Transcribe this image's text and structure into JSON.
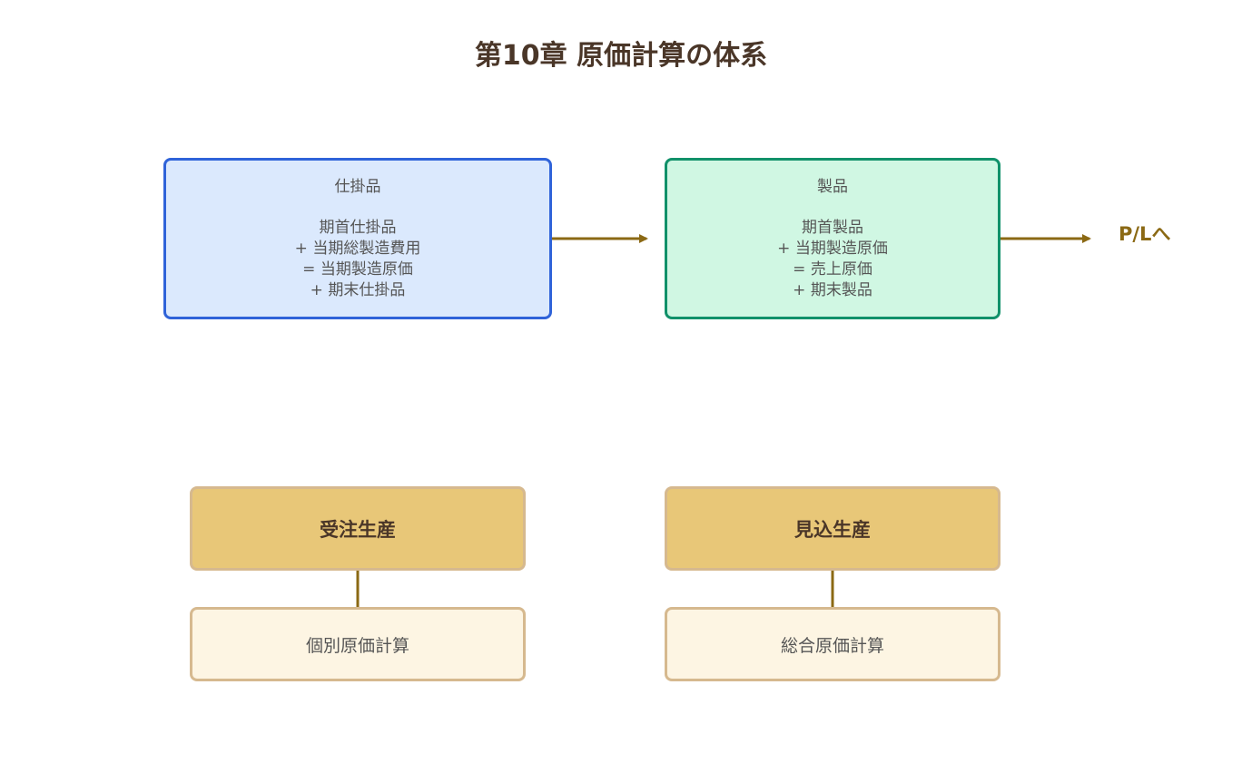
{
  "title": "第10章 原価計算の体系",
  "wip": {
    "name": "仕掛品",
    "lines": [
      "期首仕掛品",
      "+ 当期総製造費用",
      "= 当期製造原価",
      "+ 期末仕掛品"
    ]
  },
  "product": {
    "name": "製品",
    "lines": [
      "期首製品",
      "+ 当期製造原価",
      "= 売上原価",
      "+ 期末製品"
    ]
  },
  "pl_label": "P/Lへ",
  "production": {
    "left": {
      "type": "受注生産",
      "method": "個別原価計算"
    },
    "right": {
      "type": "見込生産",
      "method": "総合原価計算"
    }
  },
  "colors": {
    "arrow": "#8b6914",
    "wip_border": "#2f63d9",
    "wip_fill": "#dbe9fd",
    "product_border": "#11916a",
    "product_fill": "#d0f7e3",
    "production_fill": "#e8c778",
    "method_fill": "#fdf5e3"
  }
}
